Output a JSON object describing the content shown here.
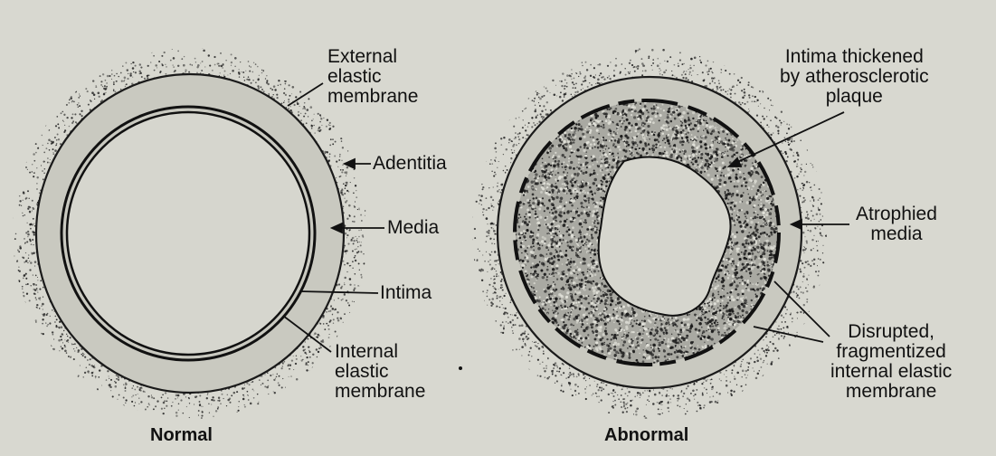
{
  "normal": {
    "caption": "Normal",
    "labels": {
      "external_elastic": "External\nelastic\nmembrane",
      "adventitia": "Adentitia",
      "media": "Media",
      "intima": "Intima",
      "internal_elastic": "Internal\nelastic\nmembrane"
    }
  },
  "abnormal": {
    "caption": "Abnormal",
    "labels": {
      "intima_thickened": "Intima thickened\nby atherosclerotic\nplaque",
      "atrophied_media": "Atrophied\nmedia",
      "disrupted": "Disrupted,\nfragmentized\ninternal elastic\nmembrane"
    }
  },
  "colors": {
    "background": "#d8d8d0",
    "ink": "#111111",
    "media_fill": "#c9c9c0",
    "lumen_fill": "#d6d6ce"
  }
}
